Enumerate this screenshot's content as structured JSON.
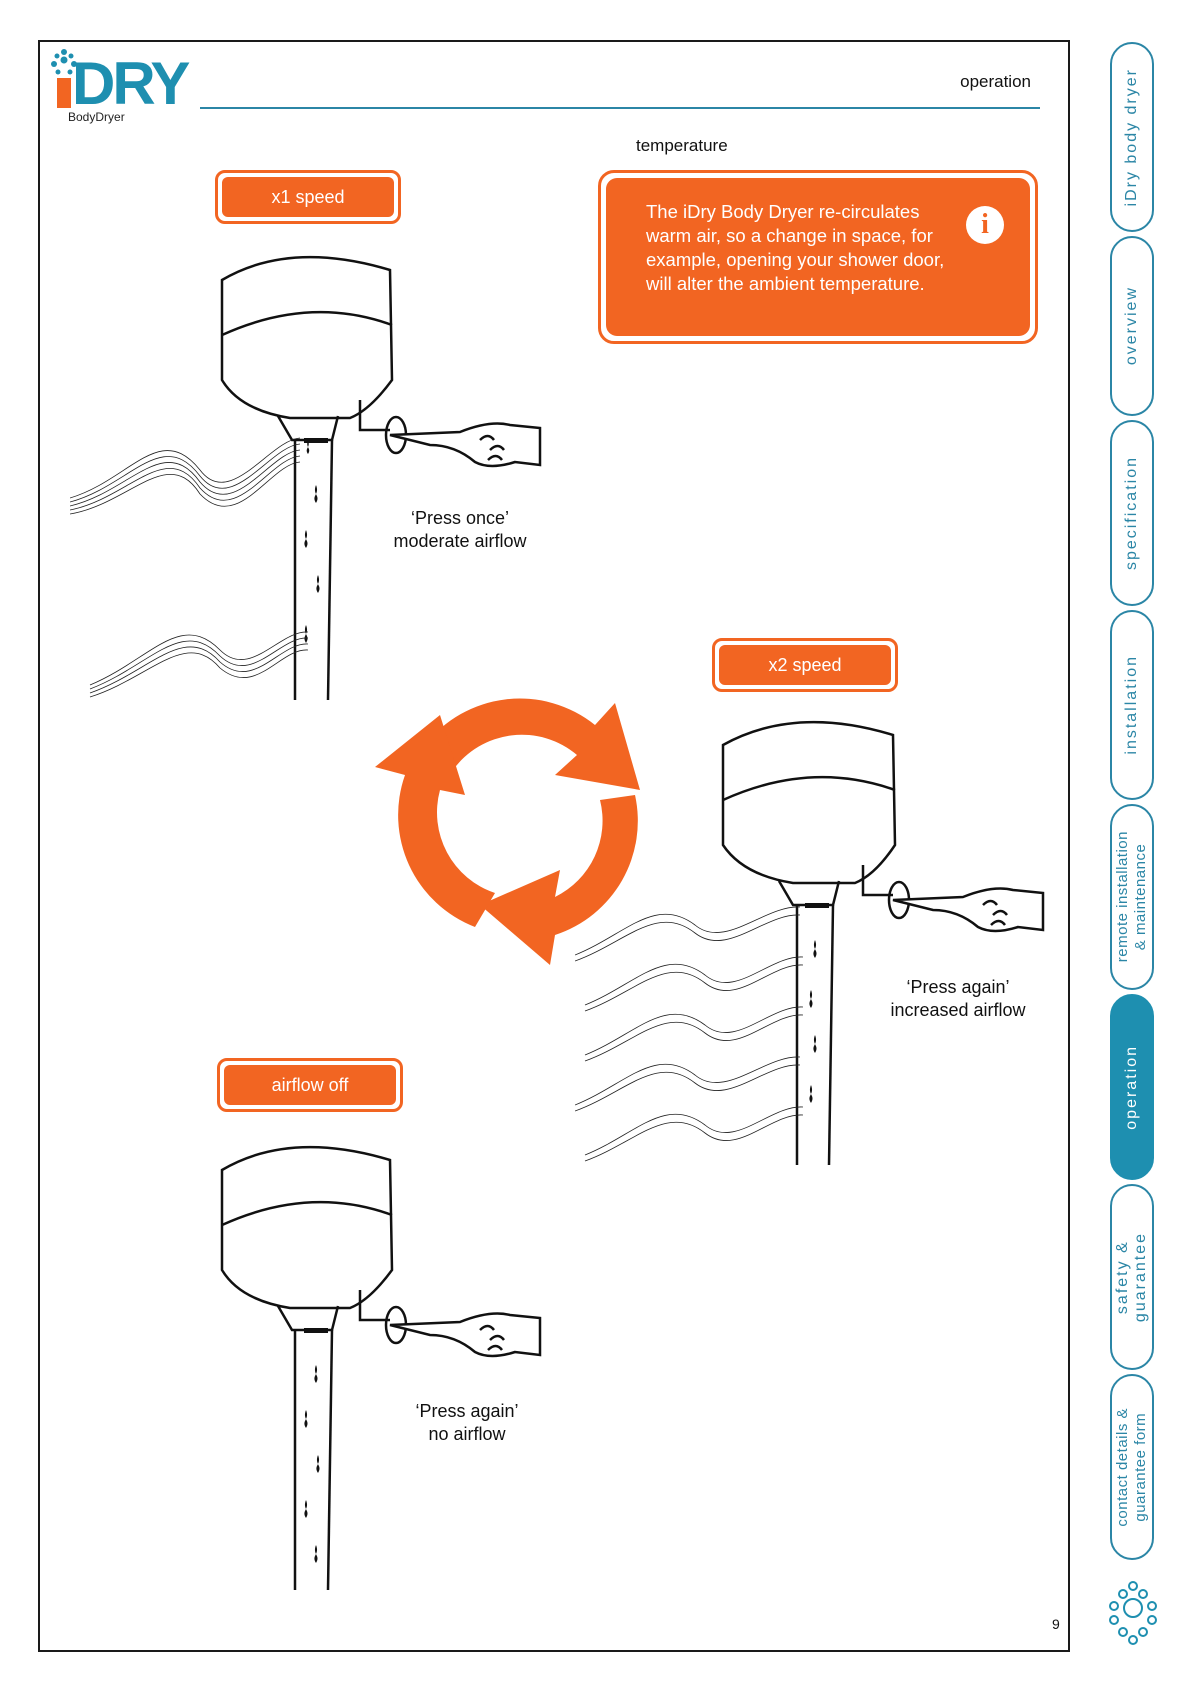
{
  "brand": {
    "logo_text": "iDRY",
    "subtitle": "BodyDryer"
  },
  "header": {
    "section": "operation"
  },
  "temperature": {
    "heading": "temperature",
    "info_text": "The iDry Body Dryer re-circulates warm air, so a change in space, for example, opening your shower door, will alter the ambient temperature.",
    "info_icon": "info-icon"
  },
  "steps": [
    {
      "label": "x1 speed",
      "caption_line1": "‘Press once’",
      "caption_line2": "moderate airflow"
    },
    {
      "label": "x2 speed",
      "caption_line1": "‘Press again’",
      "caption_line2": "increased airflow"
    },
    {
      "label": "airflow off",
      "caption_line1": "‘Press again’",
      "caption_line2": "no airflow"
    }
  ],
  "cycle_icon": "cycle-arrows-icon",
  "page_number": "9",
  "tabs": [
    {
      "label": "iDry body dryer",
      "active": false
    },
    {
      "label": "overview",
      "active": false
    },
    {
      "label": "specification",
      "active": false
    },
    {
      "label": "installation",
      "active": false
    },
    {
      "label": "remote installation\n& maintenance",
      "active": false
    },
    {
      "label": "operation",
      "active": true
    },
    {
      "label": "safety &\nguarantee",
      "active": false
    },
    {
      "label": "contact details &\nguarantee form",
      "active": false
    }
  ],
  "colors": {
    "accent": "#f26522",
    "teal": "#2b86a6"
  }
}
